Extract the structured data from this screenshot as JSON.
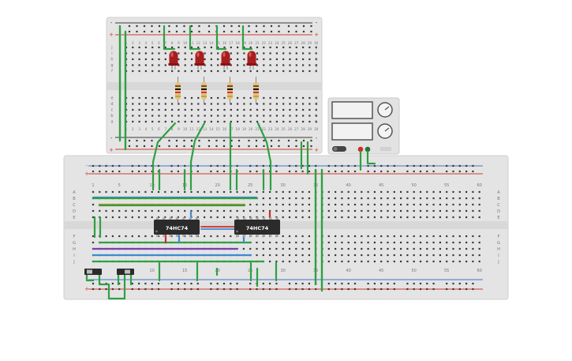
{
  "canvas": {
    "background": "#ffffff",
    "board_color": "#e4e4e4",
    "board_mid_color": "#d8d8d8",
    "hole_color": "#3a3a3a",
    "rail_red": "#d23a2e",
    "rail_blue": "#3a78c8",
    "wire_green": "#2ea043",
    "wire_blue": "#3d8ad6",
    "wire_orange": "#e08a1e",
    "wire_purple": "#7a3fb0",
    "wire_red": "#d42a2a",
    "chip_color": "#2b2b2b",
    "led_color": "#a81e1e"
  },
  "top_board": {
    "column_numbers": [
      "1",
      "2",
      "3",
      "4",
      "5",
      "6",
      "7",
      "8",
      "9",
      "10",
      "11",
      "12",
      "13",
      "14",
      "15",
      "16",
      "17",
      "18",
      "19",
      "20",
      "21",
      "22",
      "23",
      "24",
      "25",
      "26",
      "27",
      "28",
      "29",
      "30"
    ],
    "row_letters_top": [
      "j",
      "i",
      "h",
      "g",
      "f"
    ],
    "row_letters_bottom": [
      "e",
      "d",
      "c",
      "b",
      "a"
    ],
    "rail_plus": "+",
    "rail_minus": "-"
  },
  "main_board": {
    "column_numbers": [
      "1",
      "5",
      "10",
      "15",
      "20",
      "25",
      "30",
      "35",
      "40",
      "45",
      "50",
      "55",
      "60"
    ],
    "row_letters_top": [
      "A",
      "B",
      "C",
      "D",
      "E"
    ],
    "row_letters_bottom": [
      "F",
      "G",
      "H",
      "I",
      "J"
    ],
    "rail_plus": "+",
    "rail_minus": "-"
  },
  "chips": [
    {
      "label": "74HC74"
    },
    {
      "label": "74HC74"
    }
  ],
  "leds": [
    {
      "name": "led-1",
      "color": "#a81e1e"
    },
    {
      "name": "led-2",
      "color": "#a81e1e"
    },
    {
      "name": "led-3",
      "color": "#a81e1e"
    },
    {
      "name": "led-4",
      "color": "#a81e1e"
    }
  ],
  "resistor_count": 4,
  "power_supply": {
    "knob_icon": "knob-icon",
    "terminal_colors": [
      "#d42a2a",
      "#1f7a3a"
    ]
  },
  "switches": [
    {
      "name": "slide-switch-1"
    },
    {
      "name": "slide-switch-2"
    }
  ]
}
